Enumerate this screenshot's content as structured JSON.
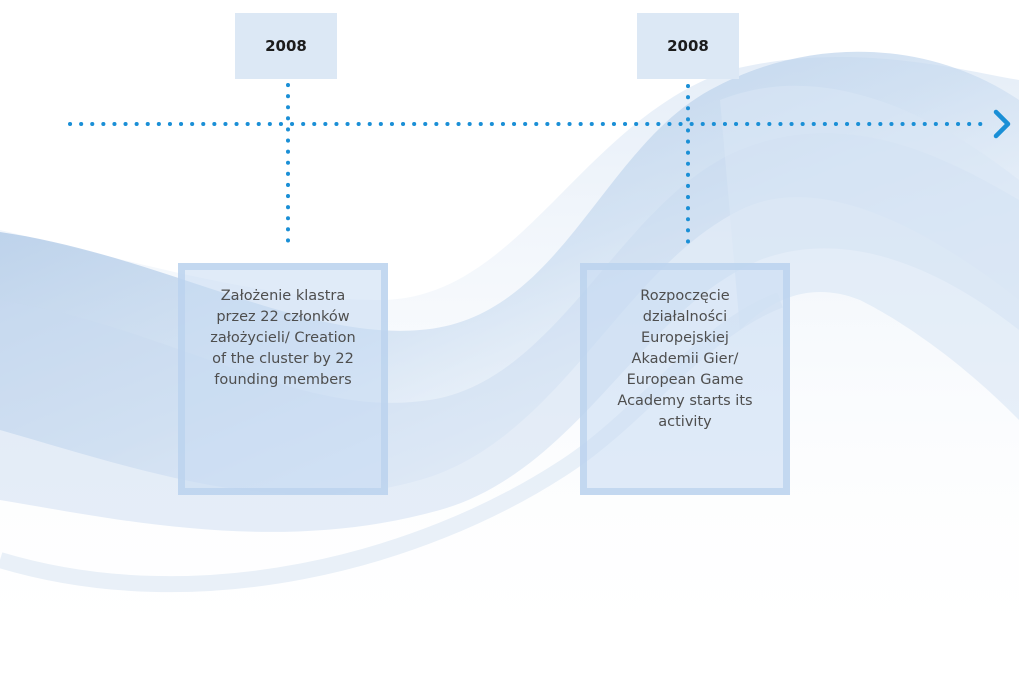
{
  "timeline": {
    "accent_color": "#1a8fd6",
    "arrow_icon": "chevron-right-icon",
    "events": [
      {
        "year": "2008",
        "text": "Założenie klastra\nprzez 22 członków\nzałożycieli/ Creation\nof the cluster by 22\nfounding members"
      },
      {
        "year": "2008",
        "text": "Rozpoczęcie\ndziałalności\nEuropejskiej\nAkademii Gier/\nEuropean Game\nAcademy starts its\nactivity"
      }
    ]
  }
}
